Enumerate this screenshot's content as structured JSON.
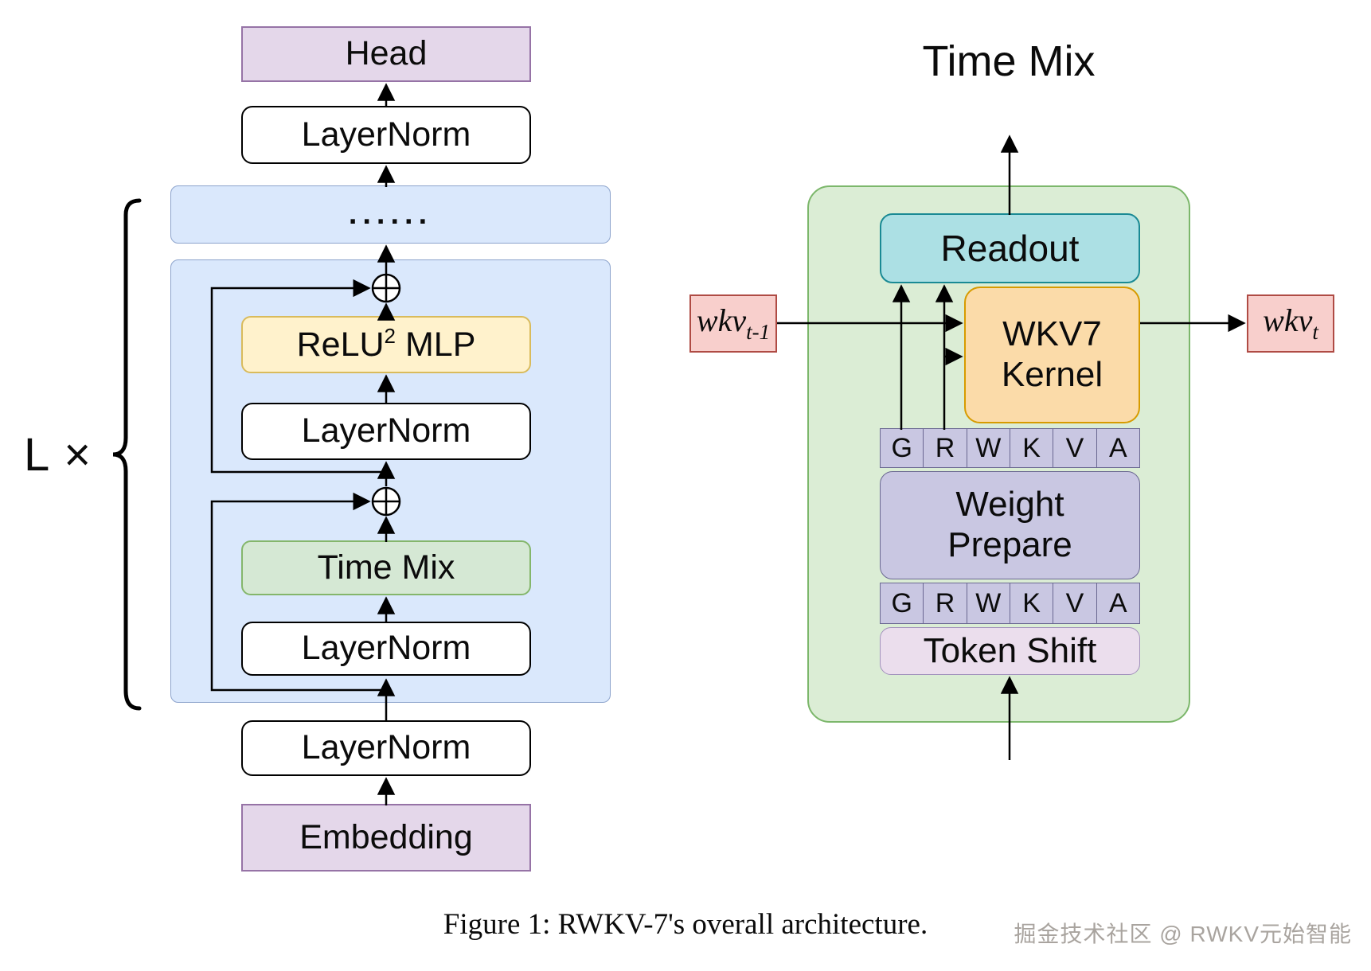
{
  "figure": {
    "caption": "Figure 1: RWKV-7's overall architecture.",
    "watermark": "掘金技术社区 @ RWKV元始智能"
  },
  "left_panel": {
    "loop_label": "L ×",
    "head": "Head",
    "layernorm": "LayerNorm",
    "dots": "......",
    "relu_mlp": {
      "base": "ReLU",
      "sup": "2",
      "rest": " MLP"
    },
    "time_mix": "Time Mix",
    "embedding": "Embedding"
  },
  "right_panel": {
    "title": "Time Mix",
    "readout": "Readout",
    "kernel": {
      "line1": "WKV7",
      "line2": "Kernel"
    },
    "weight_prepare": {
      "line1": "Weight",
      "line2": "Prepare"
    },
    "token_shift": "Token Shift",
    "lanes": [
      "G",
      "R",
      "W",
      "K",
      "V",
      "A"
    ],
    "input": {
      "base": "wkv",
      "sub": "t-1"
    },
    "output": {
      "base": "wkv",
      "sub": "t"
    }
  },
  "colors": {
    "purple_fill": "#E4D7EA",
    "purple_stroke": "#9673A6",
    "blue_fill": "#DAE8FC",
    "blue_stroke": "#8CA3CC",
    "yellow_fill": "#FFF2CC",
    "yellow_stroke": "#D9BB5C",
    "green_fill": "#D5E8D4",
    "green_stroke": "#84B66B",
    "container_green_fill": "#DBEDD5",
    "container_green_stroke": "#7CB76B",
    "teal_fill": "#ACE0E4",
    "teal_stroke": "#1A8A94",
    "orange_fill": "#FBDBA9",
    "orange_stroke": "#D79B00",
    "pink_fill": "#F8CFCC",
    "pink_stroke": "#AF4B44",
    "lavender_fill": "#C9C7E2",
    "lavender_stroke": "#6A6791",
    "mauve_fill": "#EBDEED",
    "mauve_stroke": "#A291BC"
  }
}
